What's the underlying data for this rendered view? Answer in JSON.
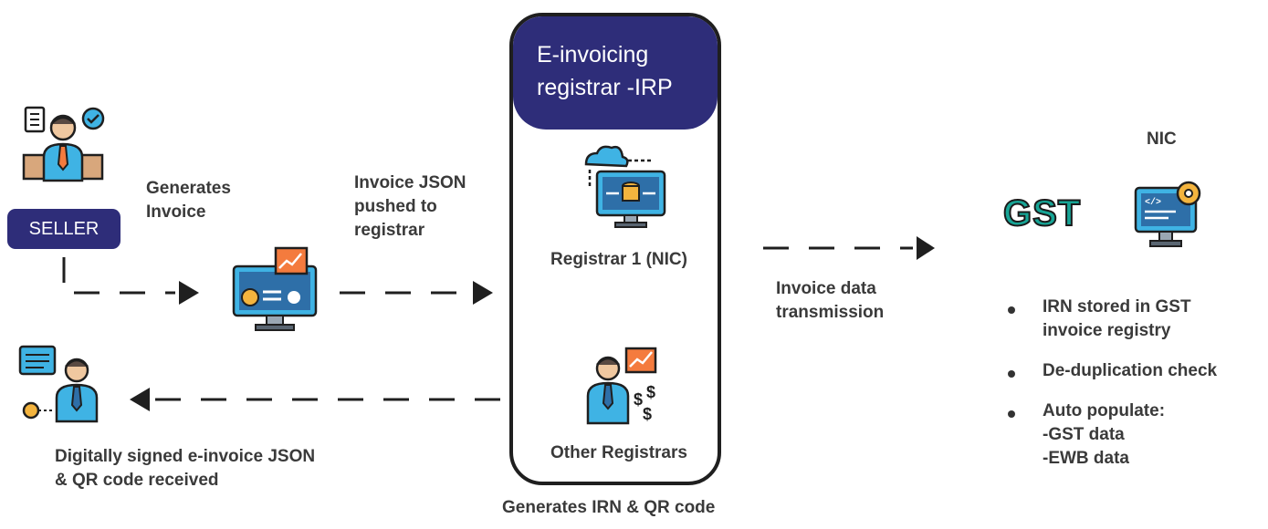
{
  "seller": {
    "label": "SELLER"
  },
  "steps": {
    "generates_invoice": "Generates\nInvoice",
    "json_pushed": "Invoice JSON\npushed to\nregistrar",
    "data_transmission": "Invoice data\ntransmission",
    "signed_received": "Digitally signed e-invoice JSON\n& QR code received",
    "generates_irn": "Generates IRN & QR code"
  },
  "irp": {
    "title": "E-invoicing\nregistrar -IRP",
    "registrar_1": "Registrar 1 (NIC)",
    "other_registrars": "Other Registrars"
  },
  "nic": {
    "label": "NIC",
    "gst_logo_text": "GST",
    "bullets": [
      {
        "text": "IRN stored in GST\ninvoice registry"
      },
      {
        "text": "De-duplication check"
      },
      {
        "text": "Auto populate:",
        "sub": "-GST data\n-EWB data"
      }
    ]
  },
  "colors": {
    "brand_navy": "#2e2d79",
    "gst_teal": "#17a596",
    "icon_blue": "#3fb3e4",
    "icon_orange": "#f47b3e"
  }
}
